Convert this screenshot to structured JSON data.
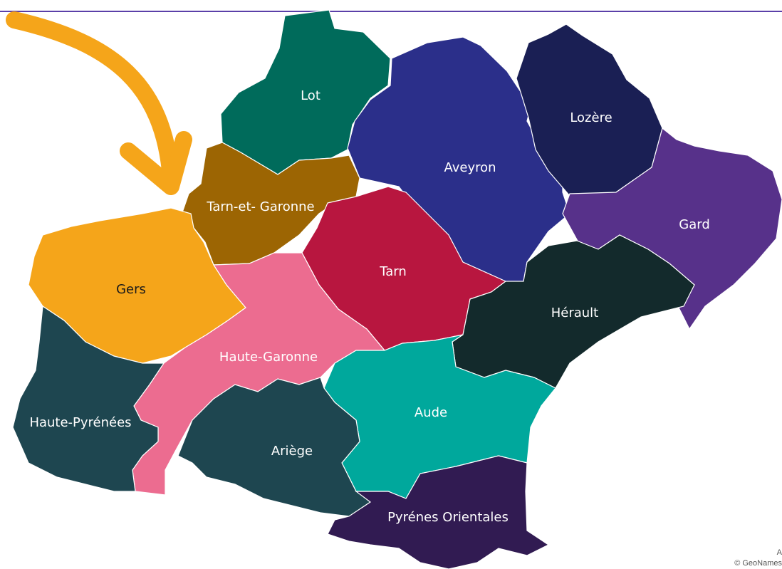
{
  "map": {
    "departments": [
      {
        "id": "lot",
        "name": "Lot",
        "color": "#006b5b",
        "label_color": "#ffffff"
      },
      {
        "id": "aveyron",
        "name": "Aveyron",
        "color": "#2b2f8a",
        "label_color": "#ffffff"
      },
      {
        "id": "lozere",
        "name": "Lozère",
        "color": "#1a1f54",
        "label_color": "#ffffff"
      },
      {
        "id": "gard",
        "name": "Gard",
        "color": "#57318a",
        "label_color": "#ffffff"
      },
      {
        "id": "tarn-et-garonne",
        "name": "Tarn-et- Garonne",
        "color": "#9c6503",
        "label_color": "#ffffff"
      },
      {
        "id": "tarn",
        "name": "Tarn",
        "color": "#b8163f",
        "label_color": "#ffffff"
      },
      {
        "id": "gers",
        "name": "Gers",
        "color": "#f5a51a",
        "label_color": "#1a1a1a"
      },
      {
        "id": "herault",
        "name": "Hérault",
        "color": "#132a2c",
        "label_color": "#ffffff"
      },
      {
        "id": "haute-garonne",
        "name": "Haute-Garonne",
        "color": "#ec6c90",
        "label_color": "#ffffff"
      },
      {
        "id": "aude",
        "name": "Aude",
        "color": "#00a89c",
        "label_color": "#ffffff"
      },
      {
        "id": "hautes-pyrenees",
        "name": "Haute-Pyrénées",
        "color": "#1e4650",
        "label_color": "#ffffff"
      },
      {
        "id": "ariege",
        "name": "Ariège",
        "color": "#1e4650",
        "label_color": "#ffffff"
      },
      {
        "id": "pyrenees-orientales",
        "name": "Pyrénes Orientales",
        "color": "#311b52",
        "label_color": "#ffffff"
      }
    ],
    "arrow_color": "#f5a51a",
    "top_rule_color": "#5a3fa8",
    "attribution_line1": "A",
    "attribution_line2": "© GeoNames"
  }
}
